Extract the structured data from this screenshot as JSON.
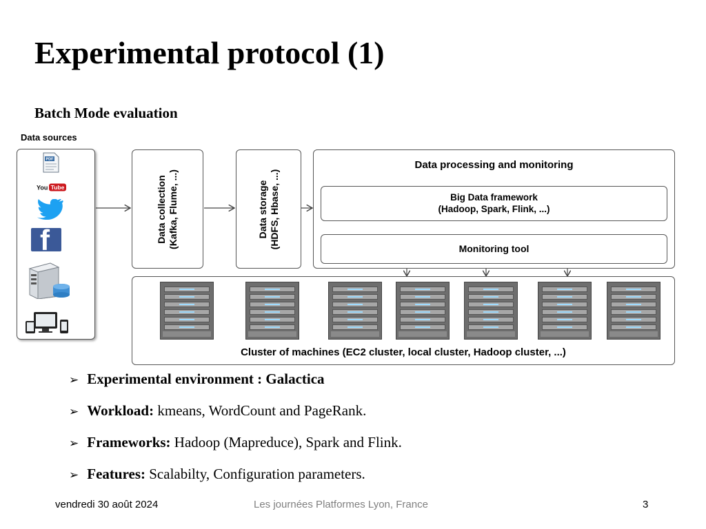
{
  "slide": {
    "title": "Experimental protocol (1)",
    "subtitle": "Batch Mode evaluation"
  },
  "diagram": {
    "data_sources_label": "Data sources",
    "sources": [
      {
        "icon": "pdf-document-icon"
      },
      {
        "icon": "youtube-logo-icon",
        "text": "YouTube"
      },
      {
        "icon": "twitter-bird-icon"
      },
      {
        "icon": "facebook-logo-icon",
        "text": "f"
      },
      {
        "icon": "server-database-icon"
      },
      {
        "icon": "devices-icon"
      }
    ],
    "data_collection": [
      "Data collection",
      "(Kafka, Flume, ...)"
    ],
    "data_storage": [
      "Data storage",
      "(HDFS, Hbase, ...)"
    ],
    "processing_title": "Data processing and monitoring",
    "framework": [
      "Big Data framework",
      "(Hadoop, Spark, Flink, ...)"
    ],
    "monitoring": "Monitoring tool",
    "cluster_label": "Cluster of machines (EC2 cluster, local cluster, Hadoop cluster, ...)",
    "server_count": 7,
    "colors": {
      "border": "#555555",
      "server": "#7a7a7a",
      "youtube": "#cc181e",
      "twitter": "#1da1f2",
      "facebook": "#3b5998"
    }
  },
  "bullets": [
    {
      "label": "Experimental environment : Galactica",
      "text": ""
    },
    {
      "label": "Workload:",
      "text": " kmeans, WordCount and PageRank."
    },
    {
      "label": "Frameworks:",
      "text": " Hadoop (Mapreduce), Spark and Flink."
    },
    {
      "label": "Features:",
      "text": " Scalabilty, Configuration parameters."
    }
  ],
  "footer": {
    "date": "vendredi 30 août 2024",
    "event": "Les journées Platformes Lyon, France",
    "page": "3"
  }
}
